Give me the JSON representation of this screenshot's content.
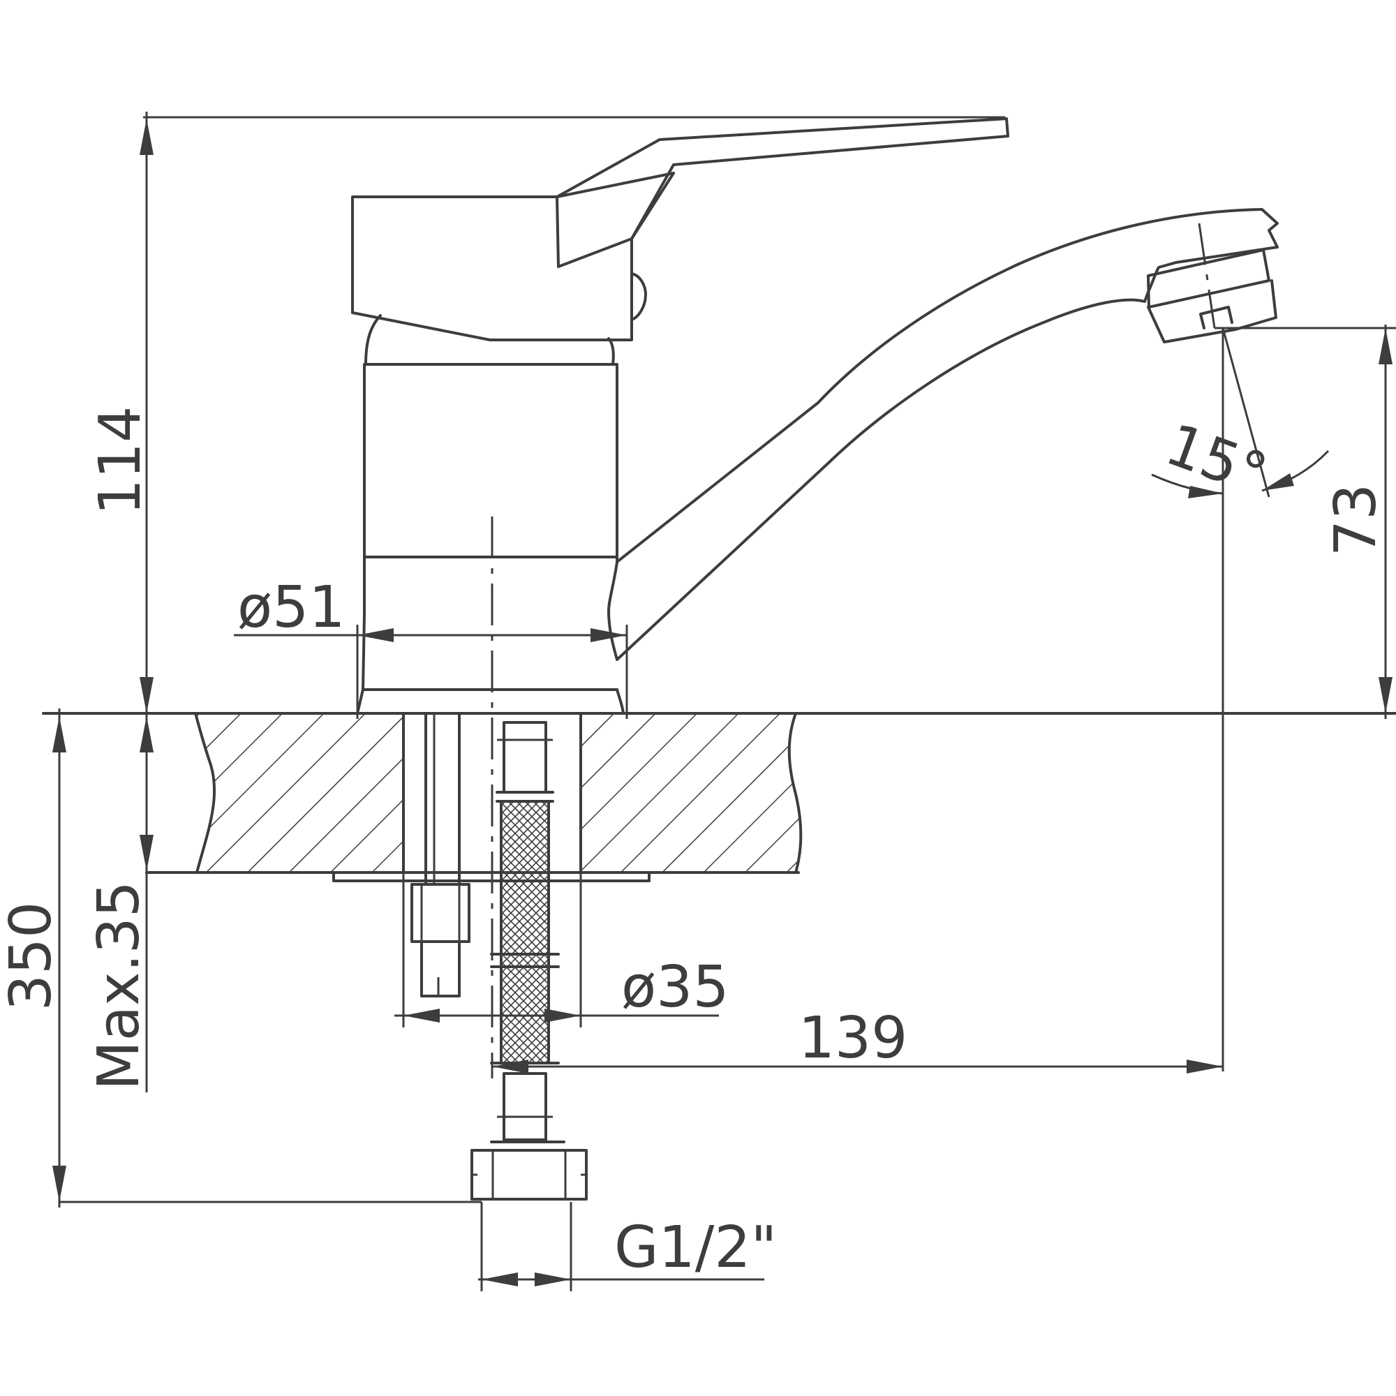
{
  "dimensions": {
    "height_total": "114",
    "spout_height": "73",
    "angle": "15°",
    "body_diameter": "ø51",
    "hole_diameter": "ø35",
    "reach": "139",
    "hose_length": "350",
    "max_thickness": "Max.35",
    "thread": "G1/2\""
  },
  "colors": {
    "line": "#3d3d3d",
    "background": "#ffffff"
  }
}
